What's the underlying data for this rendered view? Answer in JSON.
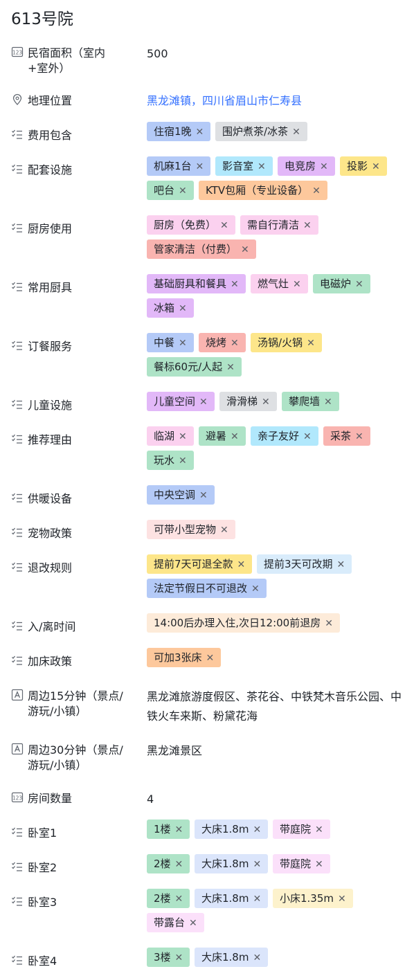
{
  "title": "613号院",
  "colors": {
    "blue": "#b4caf7",
    "gray": "#dee0e3",
    "cyan": "#b1e8fc",
    "purple": "#e2b8f8",
    "yellow": "#fde68a",
    "green": "#aee3c7",
    "orange": "#fdc89c",
    "pink": "#fbd1ef",
    "red": "#f9b4b0",
    "lightred": "#fde2e2",
    "lightblue": "#d9ecfb",
    "lightpeach": "#fdebd9",
    "lightblue2": "#dbe5fb",
    "lightyellow": "#fdf2cc",
    "lightpink": "#fbe0fa",
    "link": "#3370ff"
  },
  "fields": [
    {
      "key": "area",
      "icon": "number-icon",
      "label": "民宿面积（室内+室外）",
      "type": "text",
      "value": "500"
    },
    {
      "key": "location",
      "icon": "location-pin-icon",
      "label": "地理位置",
      "type": "link",
      "value": "黑龙滩镇，四川省眉山市仁寿县"
    },
    {
      "key": "fee",
      "icon": "multiselect-icon",
      "label": "费用包含",
      "type": "tags",
      "tags": [
        {
          "text": "住宿1晚",
          "color": "blue"
        },
        {
          "text": "围炉煮茶/冰茶",
          "color": "gray"
        }
      ]
    },
    {
      "key": "facility",
      "icon": "multiselect-icon",
      "label": "配套设施",
      "type": "tags",
      "tags": [
        {
          "text": "机麻1台",
          "color": "blue"
        },
        {
          "text": "影音室",
          "color": "cyan"
        },
        {
          "text": "电竞房",
          "color": "purple"
        },
        {
          "text": "投影",
          "color": "yellow"
        },
        {
          "text": "吧台",
          "color": "green"
        },
        {
          "text": "KTV包厢（专业设备）",
          "color": "orange"
        }
      ]
    },
    {
      "key": "kitchen",
      "icon": "multiselect-icon",
      "label": "厨房使用",
      "type": "tags",
      "tags": [
        {
          "text": "厨房（免费）",
          "color": "pink"
        },
        {
          "text": "需自行清洁",
          "color": "pink"
        },
        {
          "text": "管家清洁（付费）",
          "color": "red"
        }
      ]
    },
    {
      "key": "kitchenware",
      "icon": "multiselect-icon",
      "label": "常用厨具",
      "type": "tags",
      "tags": [
        {
          "text": "基础厨具和餐具",
          "color": "purple"
        },
        {
          "text": "燃气灶",
          "color": "pink"
        },
        {
          "text": "电磁炉",
          "color": "green"
        },
        {
          "text": "冰箱",
          "color": "purple"
        }
      ]
    },
    {
      "key": "catering",
      "icon": "multiselect-icon",
      "label": "订餐服务",
      "type": "tags",
      "tags": [
        {
          "text": "中餐",
          "color": "blue"
        },
        {
          "text": "烧烤",
          "color": "red"
        },
        {
          "text": "汤锅/火锅",
          "color": "yellow"
        },
        {
          "text": "餐标60元/人起",
          "color": "green"
        }
      ]
    },
    {
      "key": "kids",
      "icon": "multiselect-icon",
      "label": "儿童设施",
      "type": "tags",
      "tags": [
        {
          "text": "儿童空间",
          "color": "purple"
        },
        {
          "text": "滑滑梯",
          "color": "gray"
        },
        {
          "text": "攀爬墙",
          "color": "green"
        }
      ]
    },
    {
      "key": "reason",
      "icon": "multiselect-icon",
      "label": "推荐理由",
      "type": "tags",
      "tags": [
        {
          "text": "临湖",
          "color": "pink"
        },
        {
          "text": "避暑",
          "color": "green"
        },
        {
          "text": "亲子友好",
          "color": "cyan"
        },
        {
          "text": "采茶",
          "color": "red"
        },
        {
          "text": "玩水",
          "color": "green"
        }
      ]
    },
    {
      "key": "heating",
      "icon": "multiselect-icon",
      "label": "供暖设备",
      "type": "tags",
      "tags": [
        {
          "text": "中央空调",
          "color": "blue"
        }
      ]
    },
    {
      "key": "pet",
      "icon": "multiselect-icon",
      "label": "宠物政策",
      "type": "tags",
      "tags": [
        {
          "text": "可带小型宠物",
          "color": "lightred"
        }
      ]
    },
    {
      "key": "refund",
      "icon": "multiselect-icon",
      "label": "退改规则",
      "type": "tags",
      "tags": [
        {
          "text": "提前7天可退全款",
          "color": "yellow"
        },
        {
          "text": "提前3天可改期",
          "color": "lightblue"
        },
        {
          "text": "法定节假日不可退改",
          "color": "blue"
        }
      ]
    },
    {
      "key": "checkin",
      "icon": "multiselect-icon",
      "label": "入/离时间",
      "type": "tags",
      "tags": [
        {
          "text": "14:00后办理入住,次日12:00前退房",
          "color": "lightpeach"
        }
      ]
    },
    {
      "key": "extrabed",
      "icon": "multiselect-icon",
      "label": "加床政策",
      "type": "tags",
      "tags": [
        {
          "text": "可加3张床",
          "color": "orange"
        }
      ]
    },
    {
      "key": "around15",
      "icon": "text-field-icon",
      "label": "周边15分钟（景点/游玩/小镇）",
      "type": "text",
      "value": "黑龙滩旅游度假区、茶花谷、中铁梵木音乐公园、中铁火车来斯、粉黛花海"
    },
    {
      "key": "around30",
      "icon": "text-field-icon",
      "label": "周边30分钟（景点/游玩/小镇）",
      "type": "text",
      "value": "黑龙滩景区"
    },
    {
      "key": "rooms",
      "icon": "number-icon",
      "label": "房间数量",
      "type": "text",
      "value": "4"
    },
    {
      "key": "bedroom1",
      "icon": "multiselect-icon",
      "label": "卧室1",
      "type": "tags",
      "tags": [
        {
          "text": "1楼",
          "color": "green"
        },
        {
          "text": "大床1.8m",
          "color": "lightblue2"
        },
        {
          "text": "带庭院",
          "color": "lightpink"
        }
      ]
    },
    {
      "key": "bedroom2",
      "icon": "multiselect-icon",
      "label": "卧室2",
      "type": "tags",
      "tags": [
        {
          "text": "2楼",
          "color": "green"
        },
        {
          "text": "大床1.8m",
          "color": "lightblue2"
        },
        {
          "text": "带庭院",
          "color": "lightpink"
        }
      ]
    },
    {
      "key": "bedroom3",
      "icon": "multiselect-icon",
      "label": "卧室3",
      "type": "tags",
      "tags": [
        {
          "text": "2楼",
          "color": "green"
        },
        {
          "text": "大床1.8m",
          "color": "lightblue2"
        },
        {
          "text": "小床1.35m",
          "color": "lightyellow"
        },
        {
          "text": "带露台",
          "color": "lightpink"
        }
      ]
    },
    {
      "key": "bedroom4",
      "icon": "multiselect-icon",
      "label": "卧室4",
      "type": "tags",
      "tags": [
        {
          "text": "3楼",
          "color": "green"
        },
        {
          "text": "大床1.8m",
          "color": "lightblue2"
        }
      ]
    }
  ]
}
